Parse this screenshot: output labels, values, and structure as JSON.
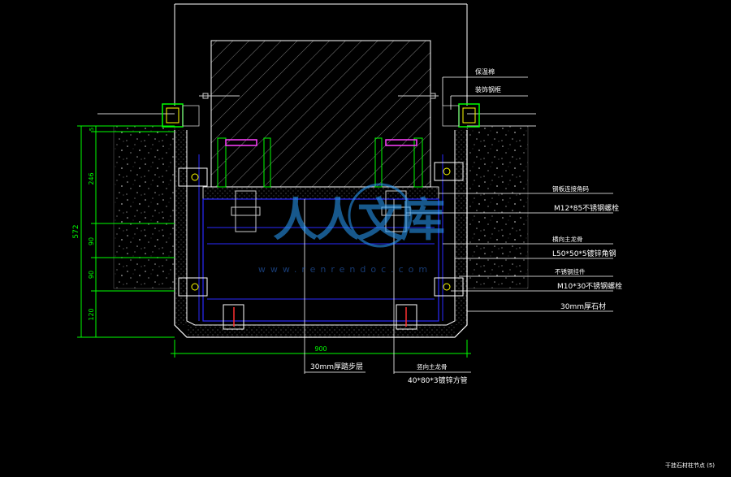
{
  "drawing": {
    "title_block": "干挂石材柱节点 (5)",
    "watermark_cn": "人人文库",
    "watermark_url": "www.renrendoc.com",
    "colors": {
      "background": "#000000",
      "outline": "#ffffff",
      "dimension": "#00ff00",
      "steel": "#2a2aff",
      "bolt": "#ff40ff",
      "anchor": "#ff3030",
      "fixing": "#ffff00",
      "watermark": "#2aa0ff"
    }
  },
  "dimensions": {
    "left_total": "572",
    "left_segments": [
      "5",
      "246",
      "90",
      "90",
      "120"
    ],
    "bottom_width": "900"
  },
  "callouts": [
    {
      "id": "fire-board",
      "text": "保温棉"
    },
    {
      "id": "steel-frame",
      "text": "装饰钢框"
    },
    {
      "id": "steel-angle",
      "text": "钢板连接角码"
    },
    {
      "id": "anchor-bolt",
      "text": "M12*85不锈钢螺栓"
    },
    {
      "id": "keel",
      "text": "横向主龙骨"
    },
    {
      "id": "angle-steel",
      "text": "L50*50*5镀锌角钢"
    },
    {
      "id": "hanger",
      "text": "不锈钢挂件"
    },
    {
      "id": "stainless-bolt",
      "text": "M10*30不锈钢螺栓"
    },
    {
      "id": "stone",
      "text": "30mm厚石材"
    },
    {
      "id": "bottom-stone",
      "text": "30mm厚踏步层"
    },
    {
      "id": "main-keel",
      "text": "竖向主龙骨"
    },
    {
      "id": "square-tube",
      "text": "40*80*3镀锌方管"
    }
  ]
}
